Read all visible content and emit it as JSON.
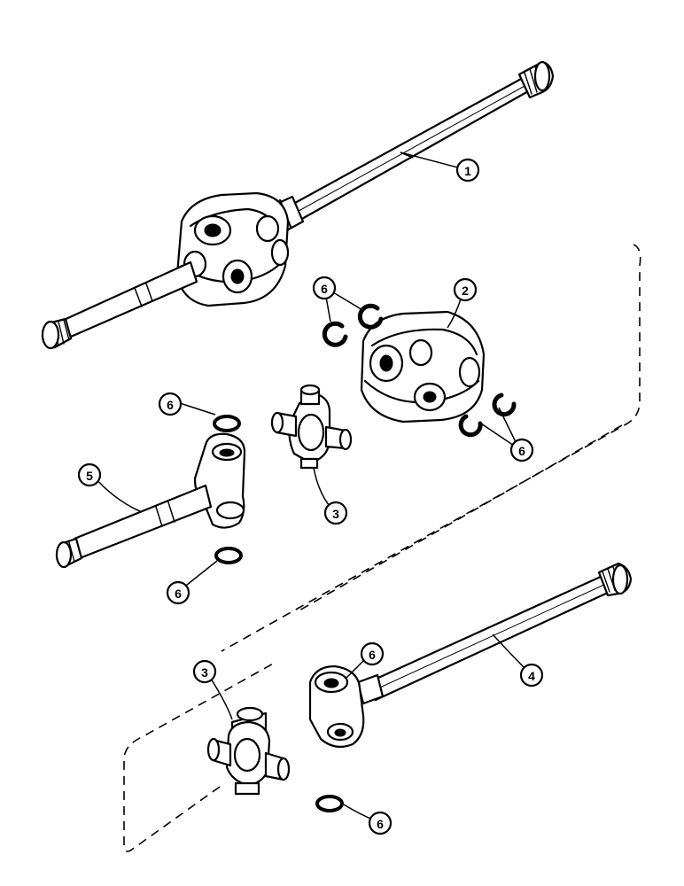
{
  "callouts": {
    "c1": "1",
    "c2": "2",
    "c3a": "3",
    "c3b": "3",
    "c4": "4",
    "c5": "5",
    "c6a": "6",
    "c6b": "6",
    "c6c": "6",
    "c6d": "6",
    "c6e": "6",
    "c6f": "6"
  },
  "ink_color": "#000000",
  "background_color": "#ffffff"
}
